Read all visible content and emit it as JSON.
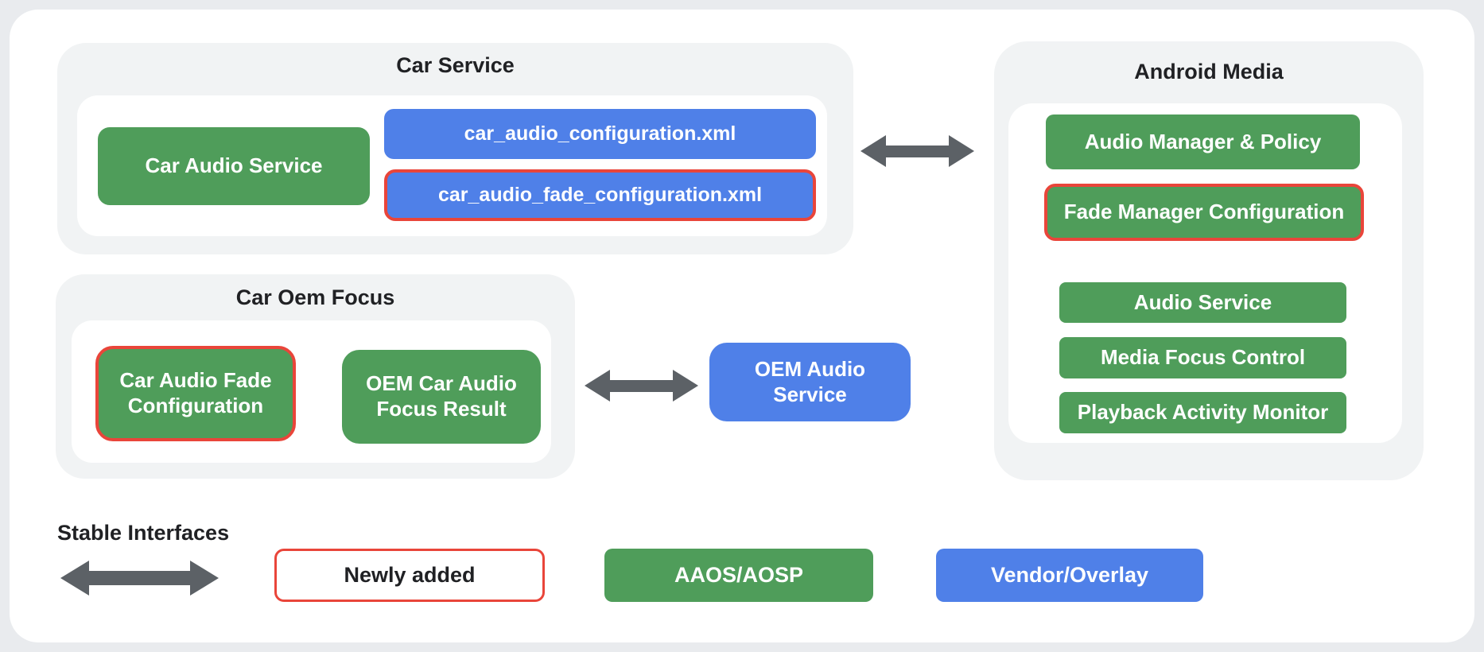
{
  "colors": {
    "green": "#4f9d5a",
    "blue": "#4f80e8",
    "red": "#e9453a",
    "arrow": "#5c6166",
    "gray_container": "#f1f3f4",
    "card_bg": "#ffffff",
    "page_bg": "#e9ebee",
    "text_dark": "#202124",
    "text_on_color": "#ffffff"
  },
  "diagram": {
    "car_service": {
      "title": "Car Service",
      "car_audio_service": "Car Audio Service",
      "config_xml": "car_audio_configuration.xml",
      "fade_config_xml": "car_audio_fade_configuration.xml"
    },
    "android_media": {
      "title": "Android Media",
      "audio_manager_policy": "Audio Manager & Policy",
      "fade_manager_configuration": "Fade Manager Configuration",
      "audio_service": "Audio Service",
      "media_focus_control": "Media Focus Control",
      "playback_activity_monitor": "Playback Activity Monitor"
    },
    "car_oem_focus": {
      "title": "Car Oem Focus",
      "car_audio_fade_configuration": "Car Audio Fade Configuration",
      "oem_car_audio_focus_result": "OEM Car Audio Focus Result"
    },
    "oem_audio_service": {
      "label": "OEM Audio Service"
    }
  },
  "legend": {
    "stable_interfaces_label": "Stable Interfaces",
    "newly_added_label": "Newly added",
    "aaos_aosp_label": "AAOS/AOSP",
    "vendor_overlay_label": "Vendor/Overlay"
  }
}
